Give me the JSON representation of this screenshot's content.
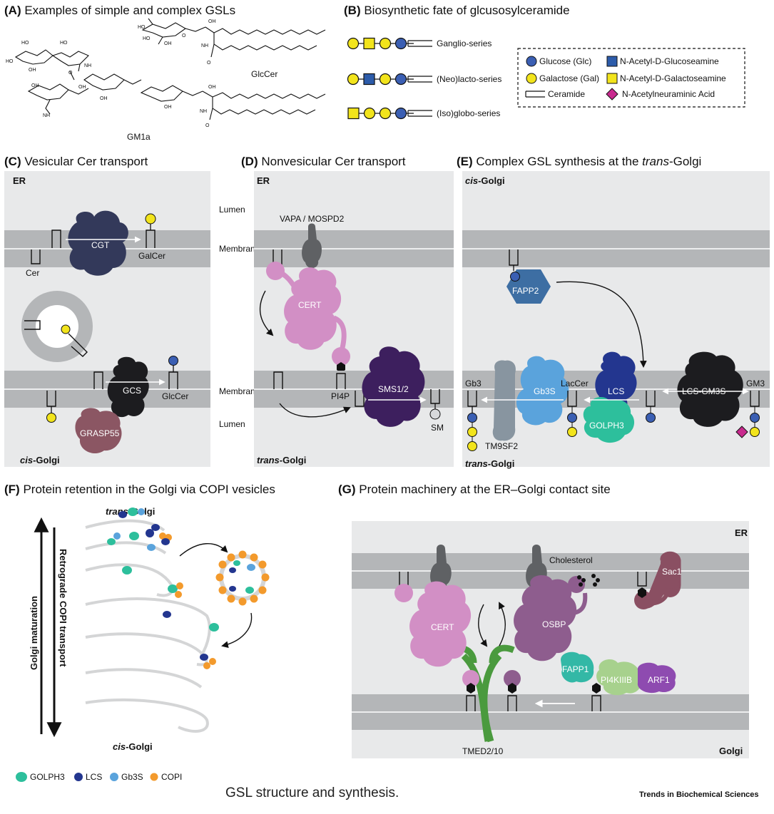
{
  "panels": {
    "a": {
      "letter": "(A)",
      "title": "Examples of simple and complex GSLs",
      "glccer": "GlcCer",
      "gm1a": "GM1a"
    },
    "b": {
      "letter": "(B)",
      "title": "Biosynthetic fate of glcusosylceramide",
      "series": [
        "Ganglio-series",
        "(Neo)lacto-series",
        "(Iso)globo-series"
      ],
      "legend": [
        "Glucose (Glc)",
        "N-Acetyl-D-Glucoseamine",
        "Galactose (Gal)",
        "N-Acetyl-D-Galactoseamine",
        "Ceramide",
        "N-Acetylneuraminic Acid"
      ]
    },
    "c": {
      "letter": "(C)",
      "title": "Vesicular Cer transport",
      "er": "ER",
      "cgt": "CGT",
      "cer": "Cer",
      "galcer": "GalCer",
      "gcs": "GCS",
      "glccer": "GlcCer",
      "grasp": "GRASP55",
      "cis_prefix": "cis",
      "golgi_suffix": "-Golgi"
    },
    "d": {
      "letter": "(D)",
      "title": "Nonvesicular Cer transport",
      "er": "ER",
      "lumen": "Lumen",
      "membrane": "Membrane",
      "vapa": "VAPA / MOSPD2",
      "cert": "CERT",
      "pi4p": "PI4P",
      "sms": "SMS1/2",
      "sm": "SM",
      "trans_prefix": "trans",
      "golgi_suffix": "-Golgi"
    },
    "e": {
      "letter": "(E)",
      "title_pre": "Complex GSL synthesis at the ",
      "title_it": "trans",
      "title_post": "-Golgi",
      "cis_prefix": "cis",
      "trans_prefix": "trans",
      "golgi_suffix": "-Golgi",
      "fapp2": "FAPP2",
      "gb3": "Gb3",
      "gb3s": "Gb3S",
      "laccer": "LacCer",
      "lcs": "LCS",
      "lcsgm3s": "LCS-GM3S",
      "gm3": "GM3",
      "tm9sf2": "TM9SF2",
      "golph3": "GOLPH3"
    },
    "f": {
      "letter": "(F)",
      "title": "Protein retention in the Golgi via COPI vesicles",
      "trans_prefix": "trans",
      "cis_prefix": "cis",
      "golgi_suffix": "-Golgi",
      "maturation": "Golgi maturation",
      "retro": "Retrograde COPI transport",
      "legend": [
        "GOLPH3",
        "LCS",
        "Gb3S",
        "COPI"
      ]
    },
    "g": {
      "letter": "(G)",
      "title": "Protein machinery at the ER–Golgi contact site",
      "er": "ER",
      "golgi": "Golgi",
      "cholesterol": "Cholesterol",
      "sac1": "Sac1",
      "cert": "CERT",
      "osbp": "OSBP",
      "fapp1": "FAPP1",
      "pi4k": "PI4KIIIB",
      "arf1": "ARF1",
      "tmed": "TMED2/10"
    }
  },
  "caption": "GSL structure and synthesis.",
  "journal": "Trends in Biochemical Sciences",
  "colors": {
    "glucose": "#3b5fb3",
    "galactose": "#f2e41c",
    "glcnac": "#2d5caa",
    "neu5ac": "#c82a8e",
    "membrane_dark": "#b4b6b8",
    "membrane_light": "#e8e9ea",
    "cgt": "#33395a",
    "gcs": "#1c1c1f",
    "grasp": "#8b5663",
    "cert": "#d28fc5",
    "vapa": "#5f6164",
    "sms": "#3d1f5e",
    "fapp2": "#3d6ea3",
    "gb3s": "#5aa3dc",
    "tm9sf2": "#8895a0",
    "lcs": "#23368f",
    "golph3": "#2dbf9c",
    "copi": "#f39a2c",
    "osbp": "#8e5d8e",
    "sac1": "#8a4f62",
    "fapp1": "#33b8a6",
    "pi4k": "#a7d18d",
    "arf1": "#8e4bb0",
    "tmed": "#4a9a3e"
  }
}
